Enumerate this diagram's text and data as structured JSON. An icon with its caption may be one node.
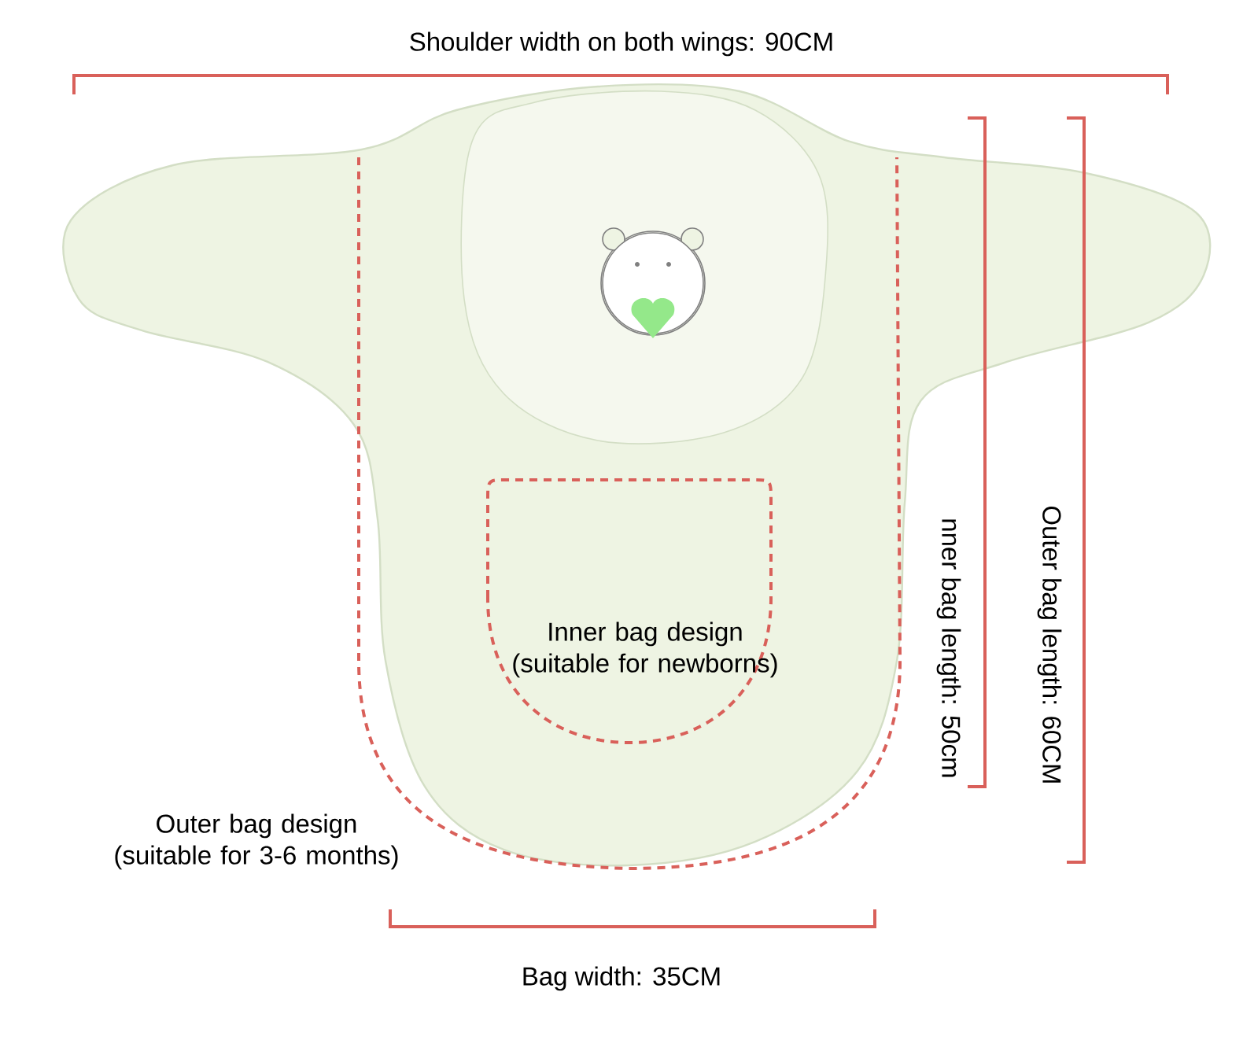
{
  "diagram": {
    "labels": [
      "Shoulder width on both wings: 90CM",
      "Inner bag design (suitable for newborns)",
      "nner bag length: 50cm",
      "Outer bag length: 60CM",
      "Outer bag design (suitable for 3-6 months)",
      "Bag width: 35CM"
    ]
  }
}
